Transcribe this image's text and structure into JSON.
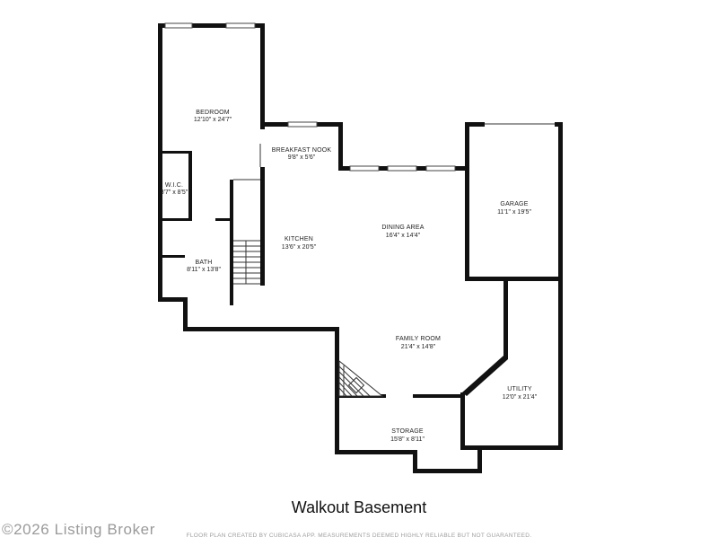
{
  "plan": {
    "title": "Walkout Basement",
    "rooms": [
      {
        "id": "bedroom",
        "name": "BEDROOM",
        "dims": "12'10\" x 24'7\""
      },
      {
        "id": "wic",
        "name": "W.I.C.",
        "dims": "3'7\" x 8'5\""
      },
      {
        "id": "bath",
        "name": "BATH",
        "dims": "8'11\" x 13'8\""
      },
      {
        "id": "breakfast-nook",
        "name": "BREAKFAST NOOK",
        "dims": "9'8\" x 5'6\""
      },
      {
        "id": "kitchen",
        "name": "KITCHEN",
        "dims": "13'6\" x 20'5\""
      },
      {
        "id": "dining-area",
        "name": "DINING AREA",
        "dims": "16'4\" x 14'4\""
      },
      {
        "id": "garage",
        "name": "GARAGE",
        "dims": "11'1\" x 19'5\""
      },
      {
        "id": "family-room",
        "name": "FAMILY ROOM",
        "dims": "21'4\" x 14'8\""
      },
      {
        "id": "utility",
        "name": "UTILITY",
        "dims": "12'0\" x 21'4\""
      },
      {
        "id": "storage",
        "name": "STORAGE",
        "dims": "15'8\" x 8'11\""
      }
    ]
  },
  "footer": {
    "watermark": "©2026 Listing Broker",
    "disclaimer": "FLOOR PLAN CREATED BY CUBICASA APP. MEASUREMENTS DEEMED HIGHLY RELIABLE BUT NOT GUARANTEED."
  }
}
